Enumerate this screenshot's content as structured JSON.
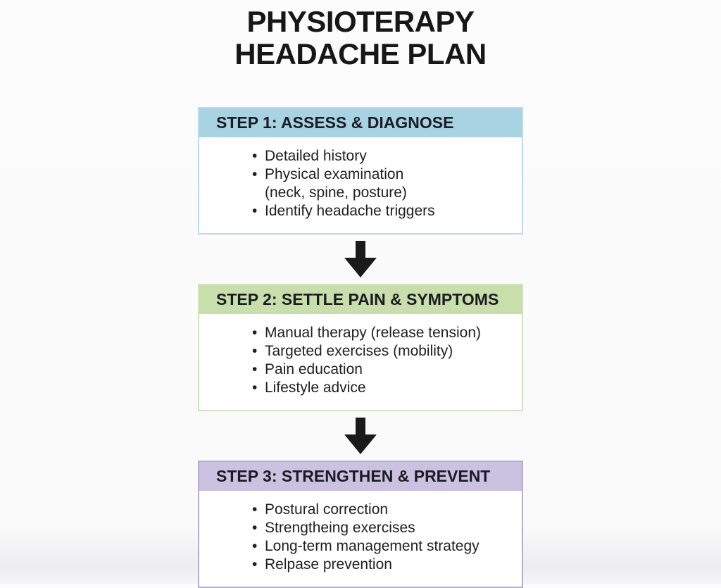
{
  "title": {
    "line1": "PHYSIOTERAPY",
    "line2": "HEADACHE PLAN"
  },
  "steps": [
    {
      "header": "STEP 1: ASSESS & DIAGNOSE",
      "header_bg": "#a7d3e2",
      "border_color": "#b9dde9",
      "items": [
        "Detailed history",
        "Physical examination\n(neck, spine, posture)",
        "Identify headache triggers"
      ]
    },
    {
      "header": "STEP 2: SETTLE PAIN & SYMPTOMS",
      "header_bg": "#c9dfab",
      "border_color": "#cfe2bd",
      "items": [
        "Manual therapy (release tension)",
        "Targeted exercises (mobility)",
        "Pain education",
        "Lifestyle advice"
      ]
    },
    {
      "header": "STEP 3: STRENGTHEN & PREVENT",
      "header_bg": "#cbc1e0",
      "border_color": "#b4adce",
      "items": [
        "Postural correction",
        "Strengtheing exercises",
        "Long-term management strategy",
        "Relpase prevention"
      ]
    }
  ],
  "arrow": {
    "color": "#1a1a1a"
  },
  "colors": {
    "background": "#fafafa",
    "text": "#1c1c1c"
  }
}
